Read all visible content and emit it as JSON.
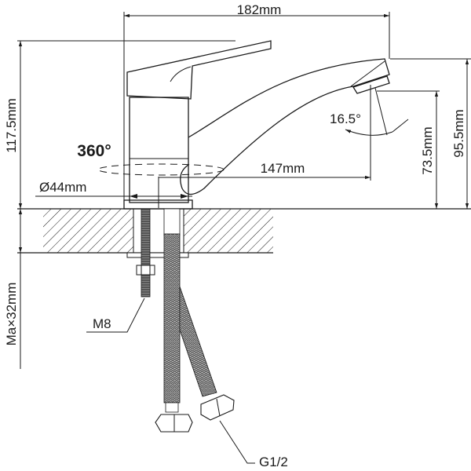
{
  "dimensions": {
    "overall_width": "182mm",
    "overall_height": "117.5mm",
    "spout_top_height": "95.5mm",
    "spout_outlet_height": "73.5mm",
    "spout_reach": "147mm",
    "spout_angle": "16.5°",
    "rotation": "360°",
    "base_diameter": "Ø44mm",
    "max_counter_thickness": "Ma×32mm"
  },
  "callouts": {
    "stud_thread": "M8",
    "hose_connection": "G1/2"
  },
  "colors": {
    "line": "#1a1a1a",
    "background": "#ffffff"
  }
}
